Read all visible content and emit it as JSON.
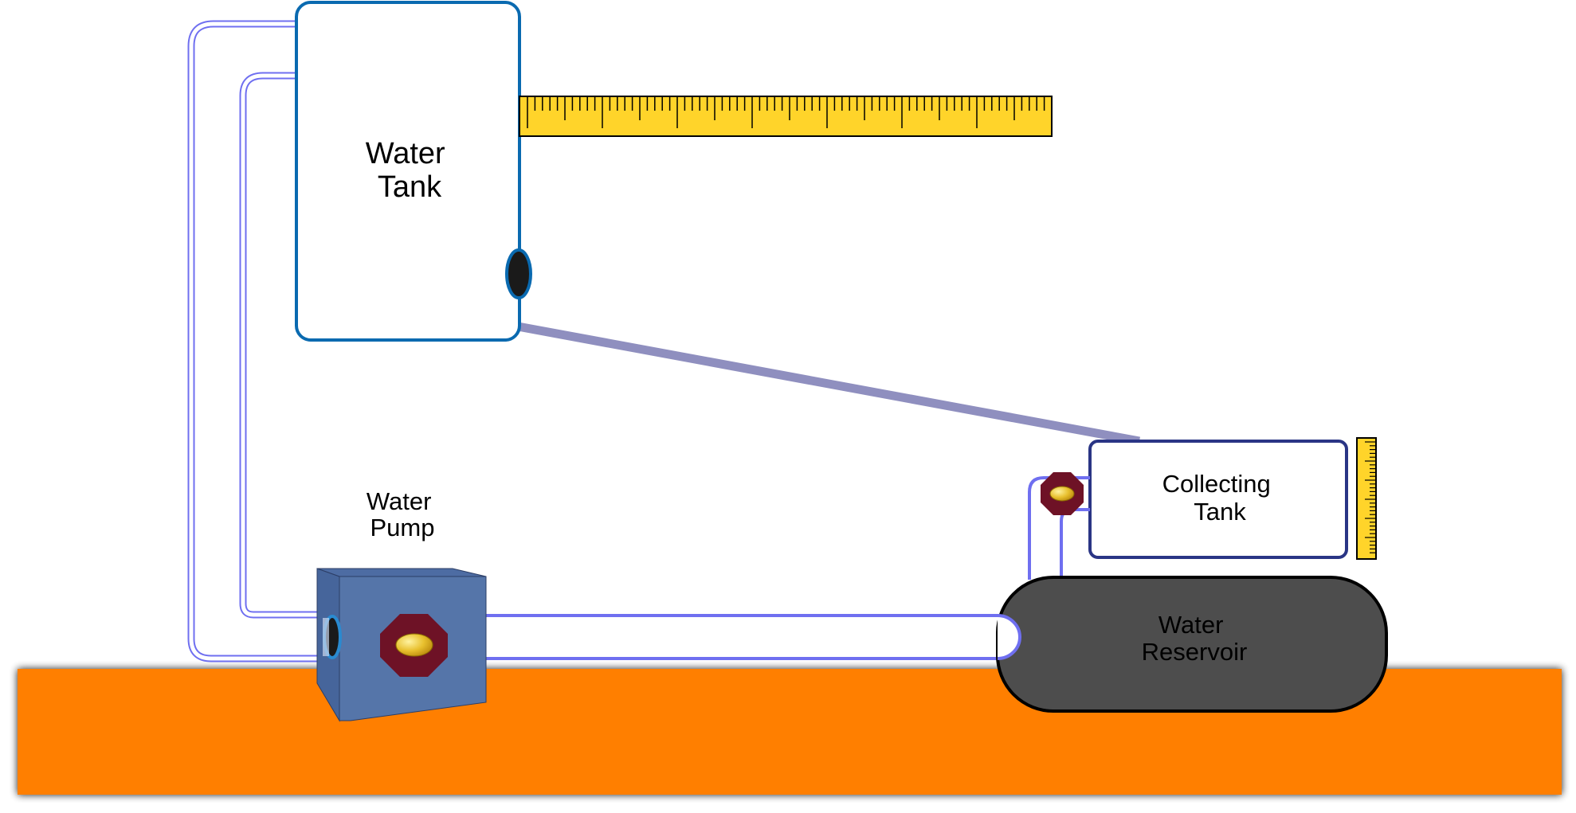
{
  "labels": {
    "water_tank": [
      "Water",
      "Tank"
    ],
    "water_pump": [
      "Water",
      "Pump"
    ],
    "collecting_tank": [
      "Collecting",
      "Tank"
    ],
    "water_reservoir": [
      "Water",
      "Reservoir"
    ]
  },
  "colors": {
    "ground": "#ff7f00",
    "pipe_outline": "#6f6ff0",
    "diagonal_pipe": "#8f8fbf",
    "tank_border": "#0a6ab0",
    "collecting_tank_border": "#2a3585",
    "ruler": "#ffd42a",
    "pump_front": "#5575a9",
    "pump_top": "#4d6ca3",
    "pump_side": "#46659b",
    "valve": "#6e1226",
    "valve_gold": "#e8c02e",
    "reservoir": "#4d4d4d",
    "drain_plug": "#1a1a1a"
  }
}
